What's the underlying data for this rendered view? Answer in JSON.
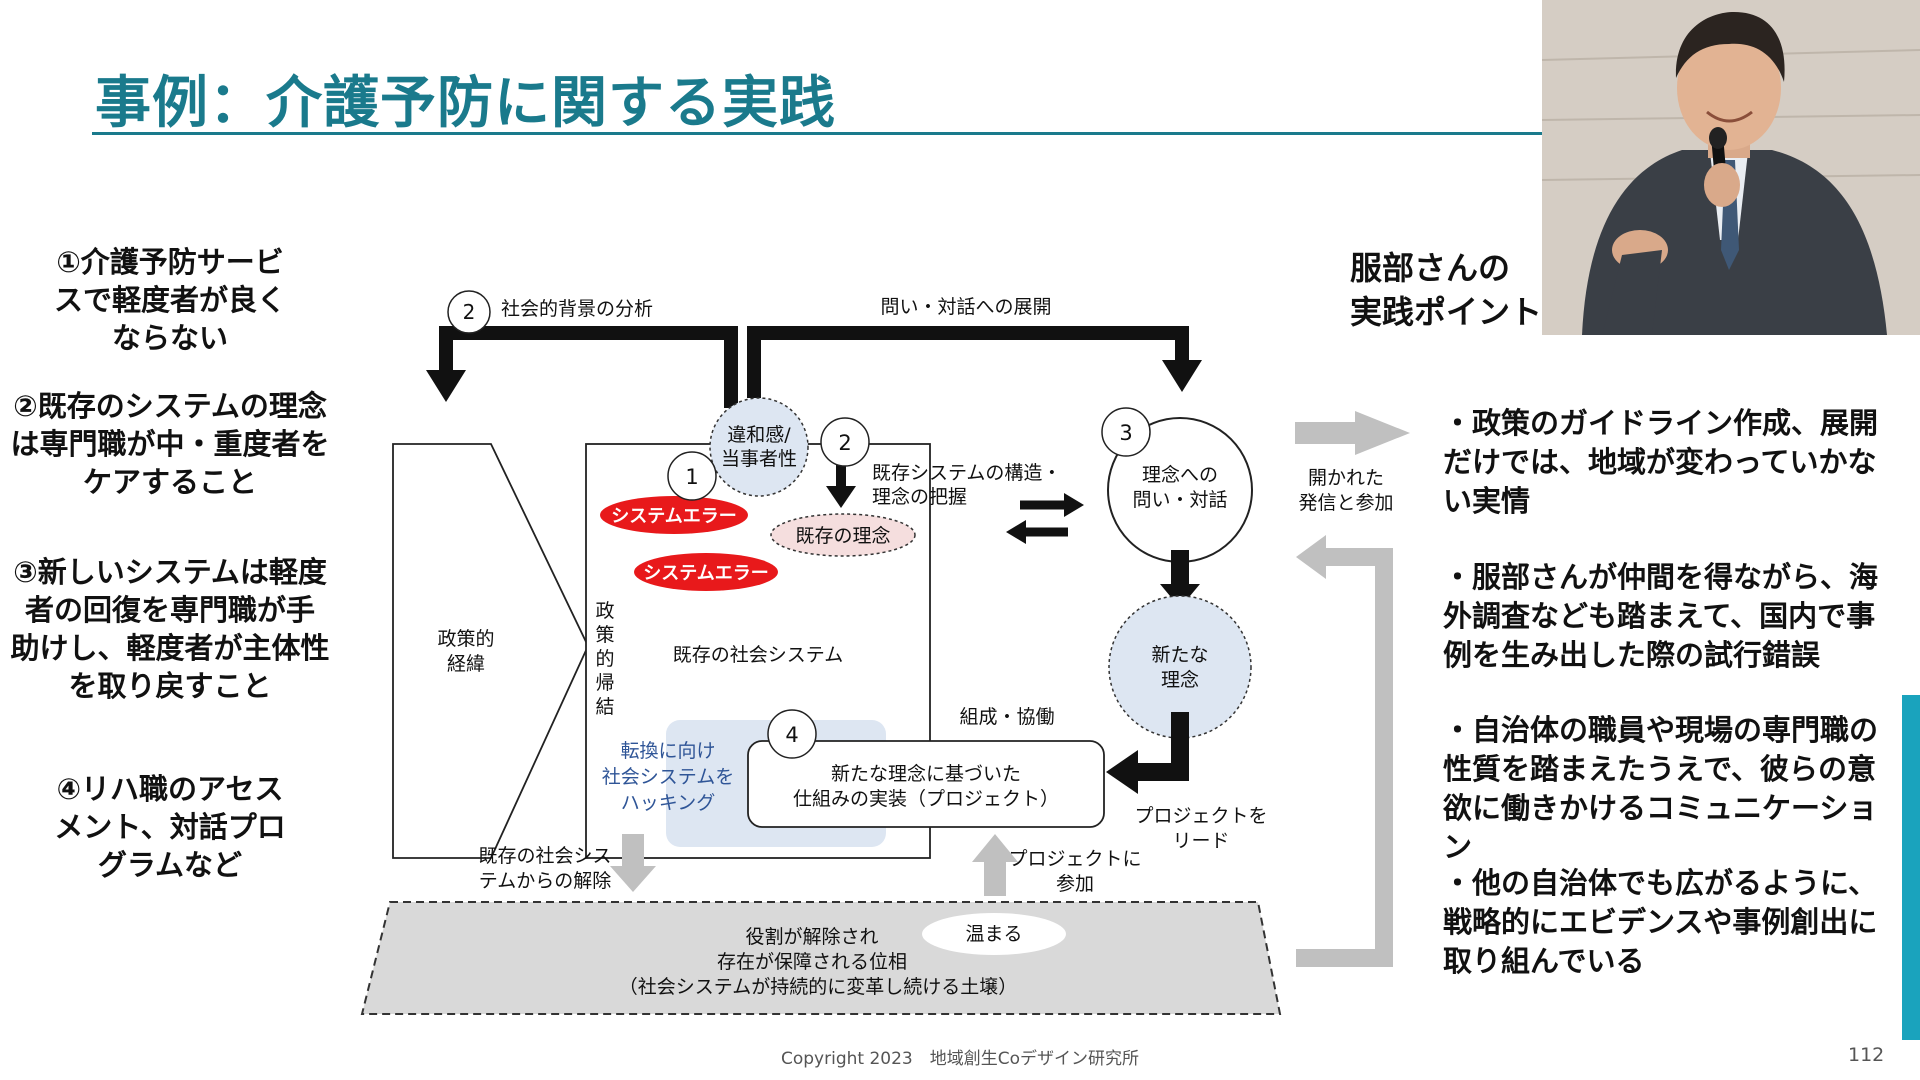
{
  "slide": {
    "title": "事例：介護予防に関する実践",
    "copyright": "Copyright 2023　地域創生Coデザイン研究所",
    "page_number": "112"
  },
  "left_notes": [
    {
      "lines": [
        "①介護予防サービ",
        "スで軽度者が良く",
        "ならない"
      ]
    },
    {
      "lines": [
        "②既存のシステムの理念",
        "は専門職が中・重度者を",
        "ケアすること"
      ]
    },
    {
      "lines": [
        "③新しいシステムは軽度",
        "者の回復を専門職が手",
        "助けし、軽度者が主体性",
        "を取り戻すこと"
      ]
    },
    {
      "lines": [
        "④リハ職のアセス",
        "メント、対話プロ",
        "グラムなど"
      ]
    }
  ],
  "diagram": {
    "step_numbers": [
      "1",
      "2",
      "2",
      "3",
      "4"
    ],
    "social_background": "社会的背景の分析",
    "dialogue_expansion": "問い・対話への展開",
    "discomfort": [
      "違和感/",
      "当事者性"
    ],
    "system_error_1": "システムエラー",
    "system_error_2": "システムエラー",
    "existing_philosophy": "既存の理念",
    "structure_grasp": [
      "既存システムの構造・",
      "理念の把握"
    ],
    "policy_context": [
      "政策的",
      "経緯"
    ],
    "policy_result": [
      "政",
      "策",
      "的",
      "帰",
      "結"
    ],
    "existing_social_system": "既存の社会システム",
    "hacking": [
      "転換に向け",
      "社会システムを",
      "ハッキング"
    ],
    "implementation": [
      "新たな理念に基づいた",
      "仕組みの実装（プロジェクト）"
    ],
    "question_dialogue": [
      "理念への",
      "問い・対話"
    ],
    "new_philosophy": [
      "新たな",
      "理念"
    ],
    "organize": "組成・協働",
    "lead_project": [
      "プロジェクトを",
      "リード"
    ],
    "release": [
      "既存の社会シス",
      "テムからの解除"
    ],
    "join_project": [
      "プロジェクトに",
      "参加"
    ],
    "warm_up": "温まる",
    "foundation": [
      "役割が解除され",
      "存在が保障される位相",
      "（社会システムが持続的に変革し続ける土壌）"
    ],
    "open_participation": [
      "開かれた",
      "発信と参加"
    ]
  },
  "points": {
    "title_lines": [
      "服部さんの",
      "実践ポイント"
    ],
    "items": [
      "・政策のガイドライン作成、展開だけでは、地域が変わっていかない実情",
      "・服部さんが仲間を得ながら、海外調査なども踏まえて、国内で事例を生み出した際の試行錯誤",
      "・自治体の職員や現場の専門職の性質を踏まえたうえで、彼らの意欲に働きかけるコミュニケーション",
      "・他の自治体でも広がるように、戦略的にエビデンスや事例創出に取り組んでいる"
    ]
  },
  "colors": {
    "title": "#1a7a8c",
    "error_red": "#e8191b",
    "circle_blue": "#dde6f2",
    "pink": "#f5dede",
    "gray_arrow": "#c0c0c0",
    "side_bar": "#1aa3bd"
  }
}
